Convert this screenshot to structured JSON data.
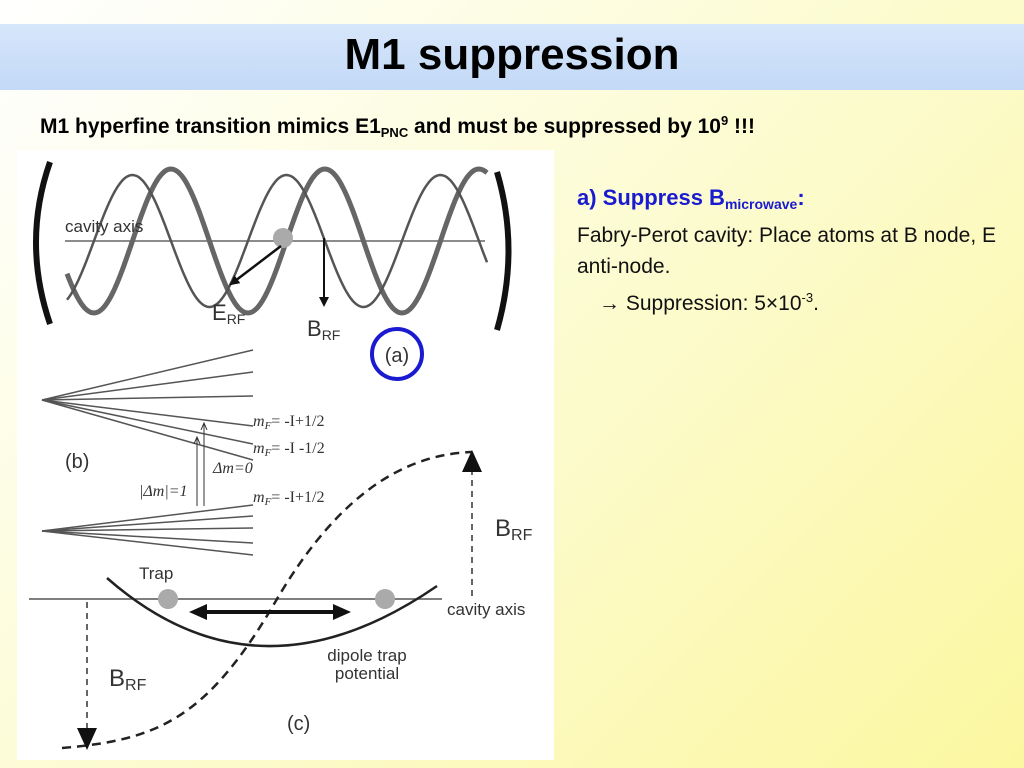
{
  "slide": {
    "title": "M1 suppression",
    "subtitle": {
      "part1": "M1 hyperfine transition mimics E1",
      "sub": "PNC",
      "part2": " and must be suppressed by 10",
      "sup": "9",
      "part3": " !!!"
    }
  },
  "figure": {
    "panel_a": {
      "cavity_axis": "cavity axis",
      "e_label": "E",
      "e_sub": "RF",
      "b_label": "B",
      "b_sub": "RF",
      "panel_label": "(a)"
    },
    "panel_b": {
      "panel_label": "(b)",
      "mf_label_1": "= -I+1/2",
      "mf_label_2": "= -I -1/2",
      "mf_label_3": "= -I+1/2",
      "mf_symbol": "m",
      "mf_sub": "F",
      "delta_m0": "Δm=0",
      "delta_m1": "|Δm|=1"
    },
    "panel_c": {
      "panel_label": "(c)",
      "trap": "Trap",
      "cavity_axis": "cavity axis",
      "dipole_line1": "dipole trap",
      "dipole_line2": "potential",
      "b_label_right": "B",
      "b_sub_right": "RF",
      "b_label_left": "B",
      "b_sub_left": "RF"
    }
  },
  "right": {
    "heading_main": "a) Suppress B",
    "heading_sub": "microwave",
    "heading_colon": ":",
    "body": "Fabry-Perot cavity: Place atoms at B node, E anti-node.",
    "arrow": "→",
    "suppression_label": " Suppression: 5×10",
    "suppression_exp": "-3",
    "suppression_end": "."
  },
  "colors": {
    "title_bar": "#c3d9f6",
    "heading_blue": "#1a1ad0",
    "circle_blue": "#1a1ad0",
    "background_yellow": "#fbf7a0"
  }
}
